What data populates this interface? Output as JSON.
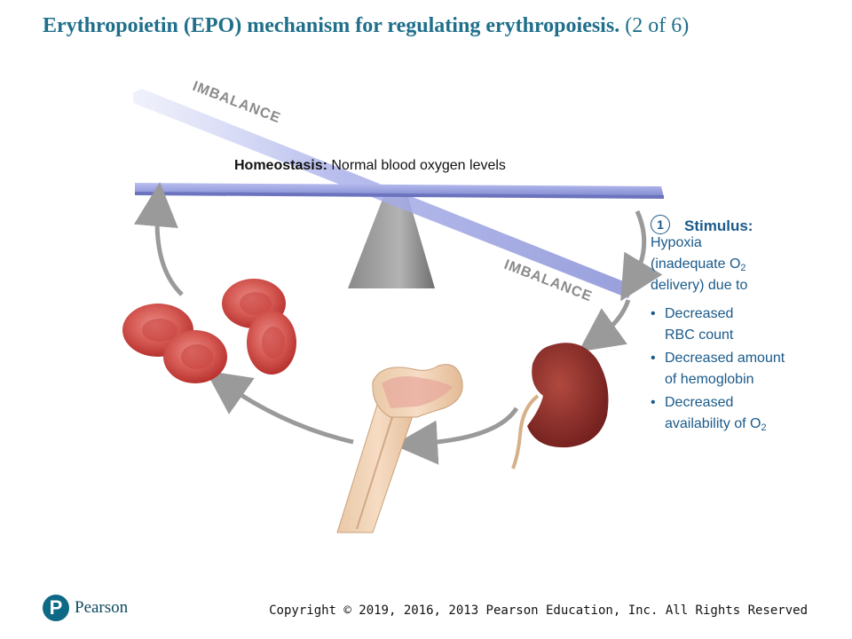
{
  "header": {
    "title": "Erythropoietin (EPO) mechanism for regulating erythropoiesis.",
    "title_suffix": "(2 of 6)"
  },
  "diagram": {
    "imbalance_top": "IMBALANCE",
    "imbalance_bottom": "IMBALANCE",
    "homeostasis_label": "Homeostasis:",
    "homeostasis_text": "Normal blood oxygen levels"
  },
  "stimulus": {
    "step_number": "1",
    "title": "Stimulus:",
    "line1": "Hypoxia",
    "line2_pre": "(inadequate O",
    "line2_sub": "2",
    "line3": "delivery) due to",
    "bullets": [
      {
        "line1": "Decreased",
        "line2": "RBC count"
      },
      {
        "line1": "Decreased amount",
        "line2": "of hemoglobin"
      },
      {
        "line1": "Decreased",
        "line2_pre": "availability of O",
        "line2_sub": "2"
      }
    ],
    "bullet_symbol": "•"
  },
  "footer": {
    "brand": "Pearson",
    "brand_letter": "P",
    "copyright": "Copyright © 2019, 2016, 2013 Pearson Education, Inc. All Rights Reserved"
  },
  "colors": {
    "title": "#1f6f8b",
    "stimulus_text": "#1a5a8a",
    "beam": "#8f97d8",
    "arrow": "#9a9a9a",
    "rbc": "#d9534f",
    "kidney": "#8a2a28",
    "brand": "#0d6986"
  }
}
